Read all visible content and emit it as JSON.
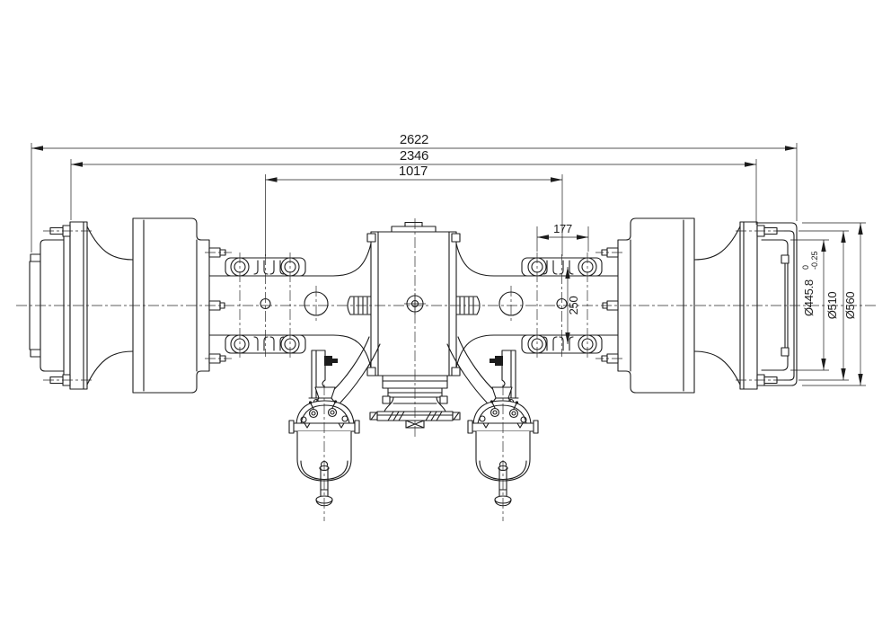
{
  "drawing": {
    "background": "#ffffff",
    "line_color": "#1c1c1c",
    "dims": {
      "overall_width": "2622",
      "flange_span": "2346",
      "spring_seat_span": "1017",
      "seat_bolt_spacing": "177",
      "seat_length": "250",
      "drum_bore": "Ø445.8",
      "drum_bore_tol_upper": "0",
      "drum_bore_tol_lower": "-0.25",
      "drum_pilot_dia": "Ø510",
      "drum_outer_dia": "Ø560"
    }
  }
}
